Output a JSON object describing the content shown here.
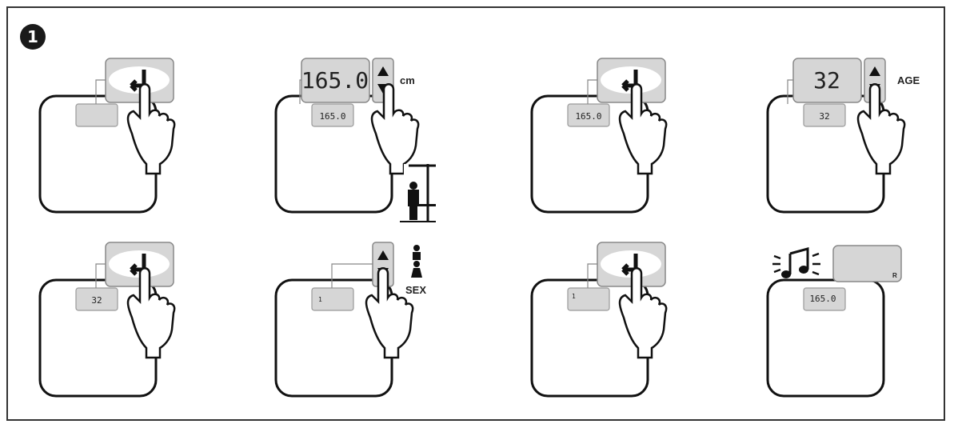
{
  "step_number": "1",
  "panels": [
    {
      "button": "enter",
      "small_display": ""
    },
    {
      "button": "updown",
      "big_display": "165.0",
      "small_display": "165.0",
      "unit_label": "cm",
      "extra": "height-meter"
    },
    {
      "button": "enter",
      "small_display": "165.0"
    },
    {
      "button": "updown",
      "big_display": "32",
      "small_display": "32",
      "unit_label": "AGE"
    },
    {
      "button": "enter",
      "small_display": "32"
    },
    {
      "button": "updown",
      "small_display": "1",
      "unit_label": "SEX",
      "extra": "sex-icons"
    },
    {
      "button": "enter",
      "small_display": "1"
    },
    {
      "button": "result",
      "small_display": "165.0",
      "result_label": "R",
      "extra": "beep-note"
    }
  ]
}
